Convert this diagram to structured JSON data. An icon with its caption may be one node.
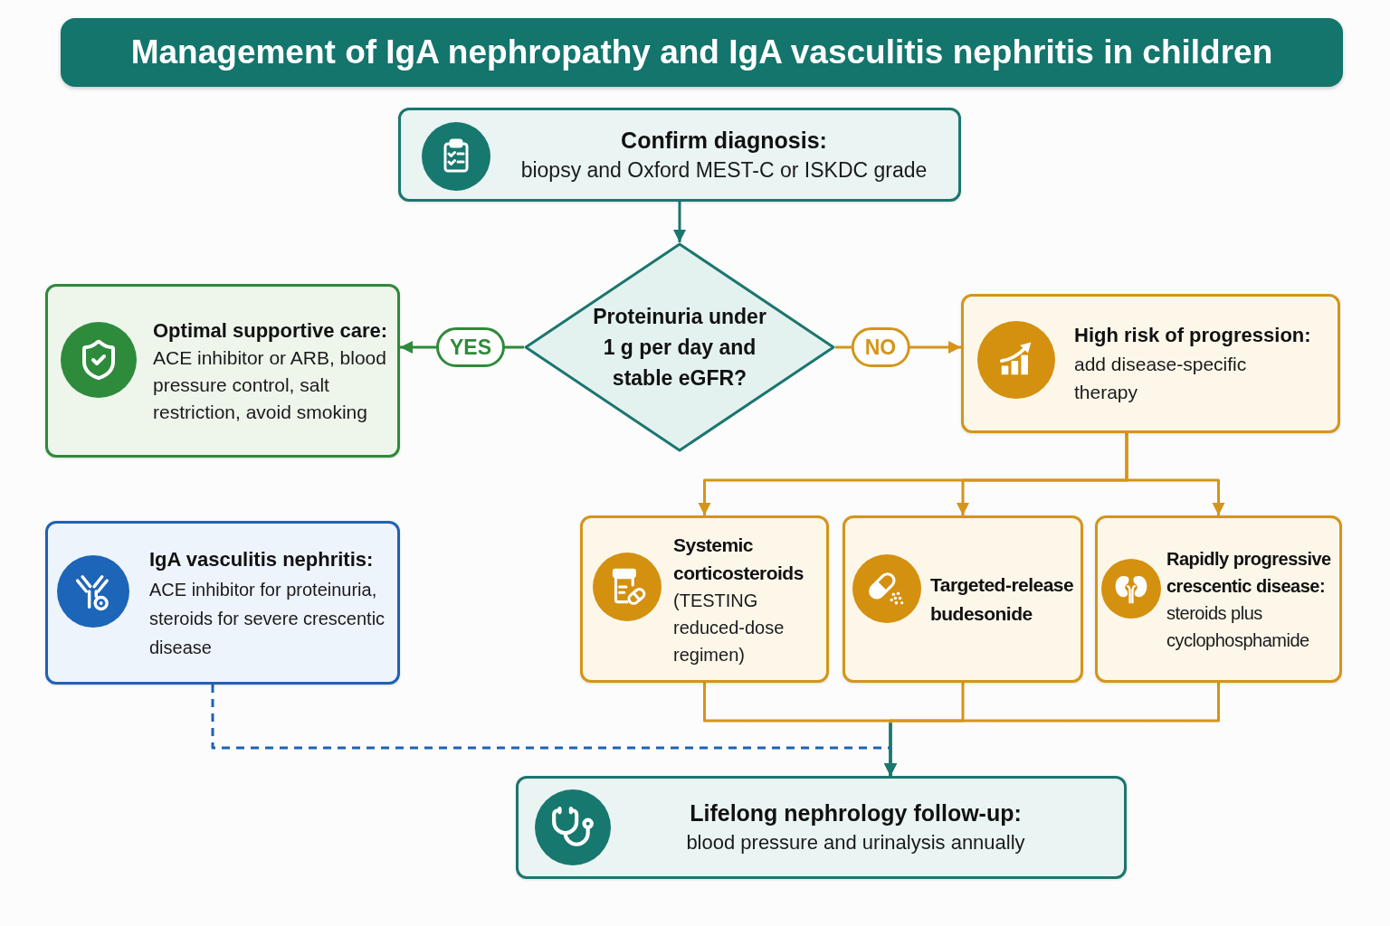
{
  "diagram": {
    "title": "Management of IgA nephropathy and IgA vasculitis nephritis in children",
    "nodes": [
      {
        "text": [
          "Confirm diagnosis:",
          "biopsy and Oxford MEST-C or ISKDC grade"
        ]
      },
      {
        "text": [
          "Proteinuria under 1 g per day and stable eGFR?"
        ]
      },
      {
        "text": [
          "Optimal supportive care:",
          "ACE inhibitor or ARB, blood pressure control, salt restriction, avoid smoking"
        ]
      },
      {
        "text": [
          "High risk of progression:",
          "add disease-specific therapy"
        ]
      },
      {
        "text": [
          "IgA vasculitis nephritis:",
          "ACE inhibitor for proteinuria, steroids for severe crescentic disease"
        ]
      },
      {
        "text": [
          "Systemic corticosteroids",
          "(TESTING reduced-dose regimen)"
        ]
      },
      {
        "text": [
          "Targeted-release budesonide"
        ]
      },
      {
        "text": [
          "Rapidly progressive crescentic disease:",
          "steroids plus cyclophosphamide"
        ]
      },
      {
        "text": [
          "Lifelong nephrology follow-up:",
          "blood pressure and urinalysis annually"
        ]
      }
    ],
    "edges": [
      {
        "from": 0,
        "to": 1,
        "arrow": "to",
        "color": "#1b766f"
      },
      {
        "from": 1,
        "to": 2,
        "arrow": "to",
        "label": "YES",
        "color": "#2f8a3a"
      },
      {
        "from": 1,
        "to": 3,
        "arrow": "to",
        "label": "NO"
      },
      {
        "from": 3,
        "to": 5,
        "arrow": "to"
      },
      {
        "from": 3,
        "to": 6,
        "arrow": "to"
      },
      {
        "from": 3,
        "to": 7,
        "arrow": "to"
      },
      {
        "from": 5,
        "to": 8,
        "arrow": "to"
      },
      {
        "from": 6,
        "to": 8,
        "arrow": "to"
      },
      {
        "from": 7,
        "to": 8,
        "arrow": "to"
      },
      {
        "from": 4,
        "to": 8,
        "arrow": "to",
        "style": "dashed",
        "color": "#1f62b3"
      }
    ]
  }
}
